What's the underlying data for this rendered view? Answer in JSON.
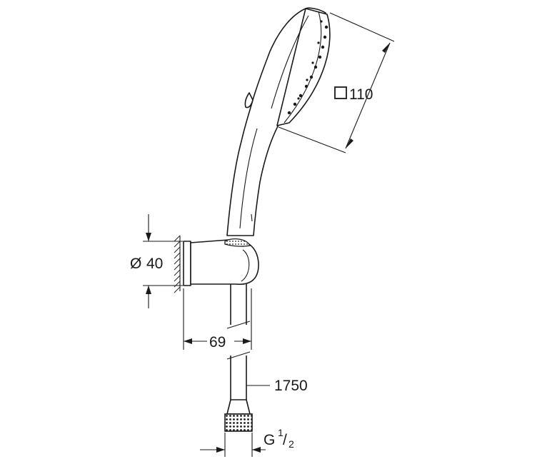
{
  "dimensions": {
    "head_size": "110",
    "holder_diameter": "40",
    "holder_depth": "69",
    "hose_length": "1750",
    "thread_prefix": "G",
    "thread_numerator": "1",
    "thread_denominator": "2"
  },
  "symbols": {
    "square": "square-symbol",
    "diameter": "Ø"
  },
  "colors": {
    "line": "#1a1a1a",
    "background": "#ffffff"
  }
}
